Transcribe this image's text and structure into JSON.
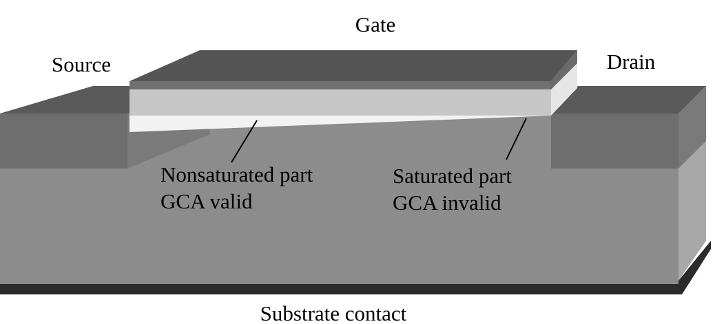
{
  "labels": {
    "gate": "Gate",
    "source": "Source",
    "drain": "Drain",
    "nonsaturated_line1": "Nonsaturated part",
    "nonsaturated_line2": "GCA valid",
    "saturated_line1": "Saturated part",
    "saturated_line2": "GCA invalid",
    "substrate_contact": "Substrate contact"
  },
  "colors": {
    "background": "#ffffff",
    "substrate_front": "#8c8c8c",
    "substrate_top": "#8f8f8f",
    "substrate_side": "#a8a8a8",
    "substrate_contact": "#2b2b2b",
    "source_drain_front": "#6e6e6e",
    "source_drain_top": "#5a5a5a",
    "source_drain_side": "#7a7a7a",
    "oxide": "#c6c6c6",
    "oxide_edge": "#e6e6e6",
    "gate_top": "#555555",
    "gate_front": "#707070",
    "channel": "#f2f2f2",
    "leader_line": "#000000"
  }
}
